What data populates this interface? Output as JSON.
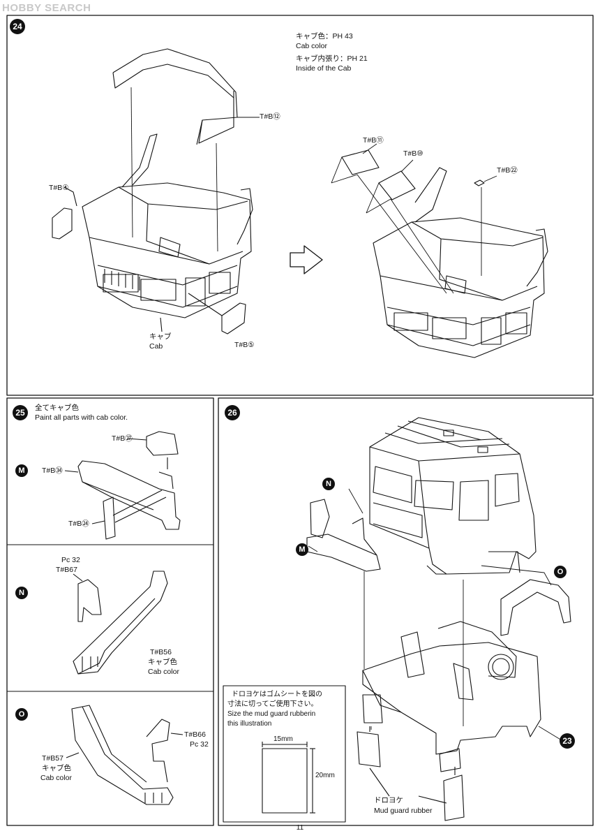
{
  "watermark": "HOBBY SEARCH",
  "page_number": "11",
  "step24": {
    "number": "24",
    "cab_color_jp": "キャブ色：",
    "cab_color_code": "PH 43",
    "cab_color_en": "Cab color",
    "inside_jp": "キャブ内張り：",
    "inside_code": "PH 21",
    "inside_en": "Inside of the Cab",
    "part_12": "T#B⑫",
    "part_4": "T#B④",
    "part_5": "T#B⑤",
    "part_11": "T#B⑪",
    "part_10": "T#B⑩",
    "part_22": "T#B㉒",
    "cab_jp": "キャブ",
    "cab_en": "Cab"
  },
  "step25": {
    "number": "25",
    "note_jp": "全てキャブ色",
    "note_en": "Paint all parts with cab color.",
    "M": {
      "letter": "M",
      "part_27": "T#B㉗",
      "part_34": "T#B㉞",
      "part_24": "T#B㉔"
    },
    "N": {
      "letter": "N",
      "pc": "Pc 32",
      "part_67": "T#B67",
      "part_56": "T#B56",
      "color_jp": "キャブ色",
      "color_en": "Cab color"
    },
    "O": {
      "letter": "O",
      "part_66": "T#B66",
      "pc": "Pc 32",
      "part_57": "T#B57",
      "color_jp": "キャブ色",
      "color_en": "Cab color"
    }
  },
  "step26": {
    "number": "26",
    "label_N": "N",
    "label_M": "M",
    "label_O": "O",
    "label_23": "23",
    "note_jp1": "ドロヨケはゴムシートを図の",
    "note_jp2": "寸法に切ってご使用下さい。",
    "note_en1": "Size the mud guard rubberin",
    "note_en2": " this illustration",
    "width": "15mm",
    "height": "20mm",
    "mud_jp": "ドロヨケ",
    "mud_en": "Mud guard rubber"
  }
}
